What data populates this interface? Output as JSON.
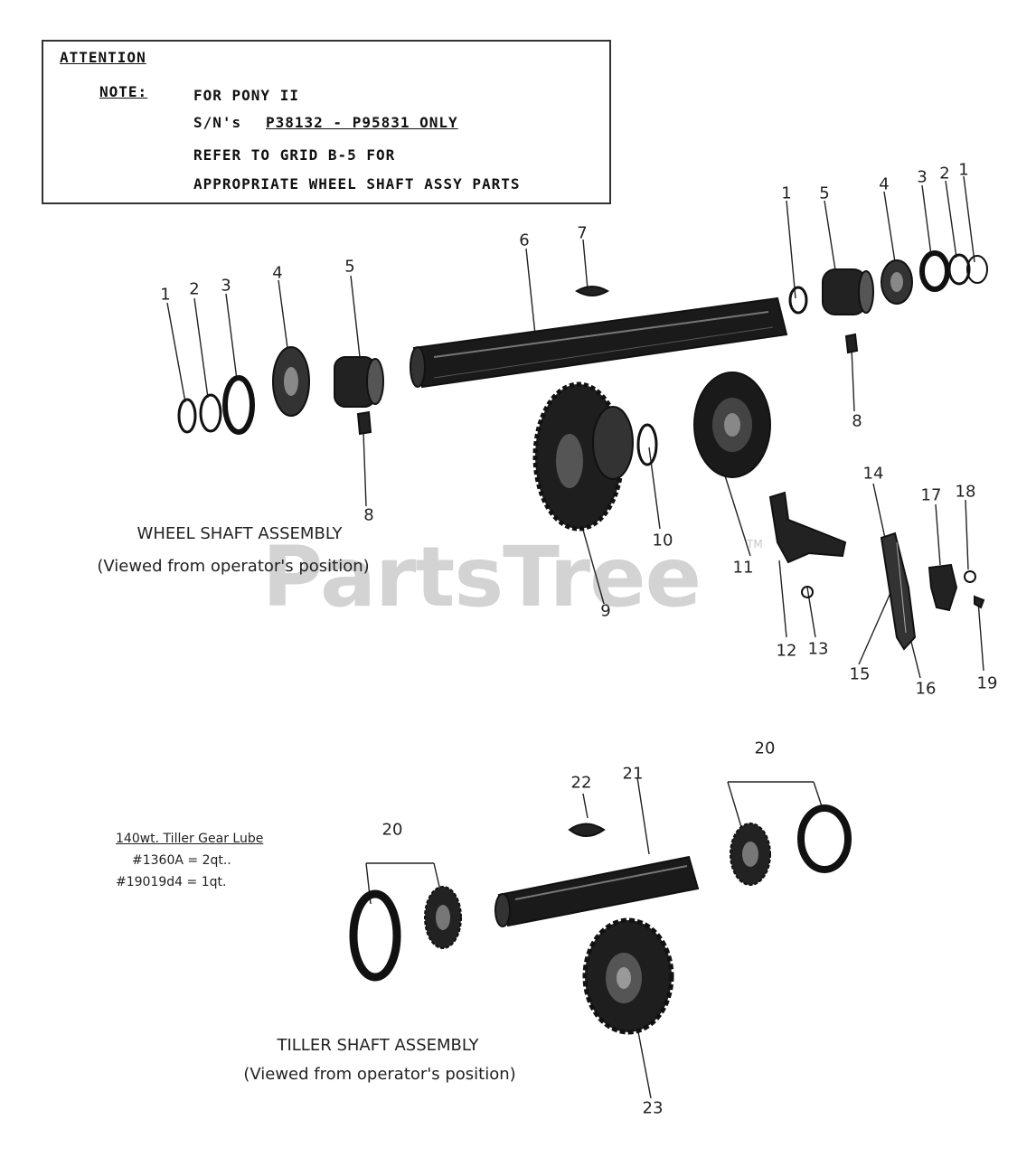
{
  "notice": {
    "heading": "ATTENTION",
    "note_label": "NOTE:",
    "lines": [
      "FOR PONY II",
      "S/N's",
      "P38132 - P95831 ONLY",
      "REFER TO GRID B-5 FOR",
      "APPROPRIATE WHEEL SHAFT ASSY PARTS"
    ]
  },
  "wheel_shaft": {
    "title": "WHEEL SHAFT ASSEMBLY",
    "subtitle": "(Viewed from operator's position)"
  },
  "tiller_shaft": {
    "title": "TILLER SHAFT ASSEMBLY",
    "subtitle": "(Viewed from operator's position)"
  },
  "lube": {
    "title": "140wt. Tiller Gear Lube",
    "line1": "#1360A = 2qt..",
    "line2": "#19019d4 = 1qt."
  },
  "callouts": {
    "c1l": "1",
    "c2l": "2",
    "c3l": "3",
    "c4l": "4",
    "c5l": "5",
    "c6": "6",
    "c7": "7",
    "c8l": "8",
    "c1r_a": "1",
    "c5r": "5",
    "c4r": "4",
    "c3r": "3",
    "c2r": "2",
    "c1r_b": "1",
    "c8r": "8",
    "c9": "9",
    "c10": "10",
    "c11": "11",
    "c12": "12",
    "c13": "13",
    "c14": "14",
    "c15": "15",
    "c16": "16",
    "c17": "17",
    "c18": "18",
    "c19": "19",
    "c20a": "20",
    "c20b": "20",
    "c21": "21",
    "c22": "22",
    "c23": "23"
  },
  "watermark": "PartsTree",
  "trademark": "TM"
}
